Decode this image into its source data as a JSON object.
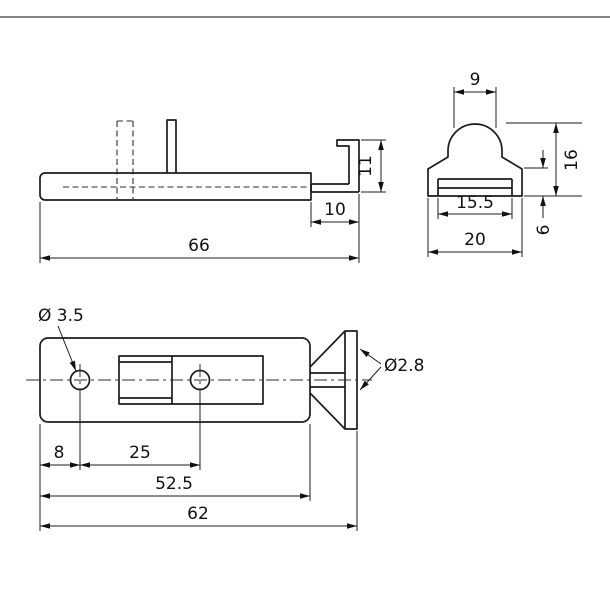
{
  "drawing": {
    "side_view": {
      "dim_overall_length": "66",
      "dim_keeper_foot_length": "10",
      "dim_keeper_height": "11"
    },
    "end_view": {
      "dim_top_width": "9",
      "dim_overall_height": "16",
      "dim_inner_width": "15.5",
      "dim_base_height": "6",
      "dim_overall_width": "20"
    },
    "plan_view": {
      "label_hole_diameter": "Ø 3.5",
      "label_pin_diameter": "Ø2.8",
      "dim_edge_to_hole": "8",
      "dim_hole_spacing": "25",
      "dim_plate_length": "52.5",
      "dim_overall_length": "62"
    }
  }
}
